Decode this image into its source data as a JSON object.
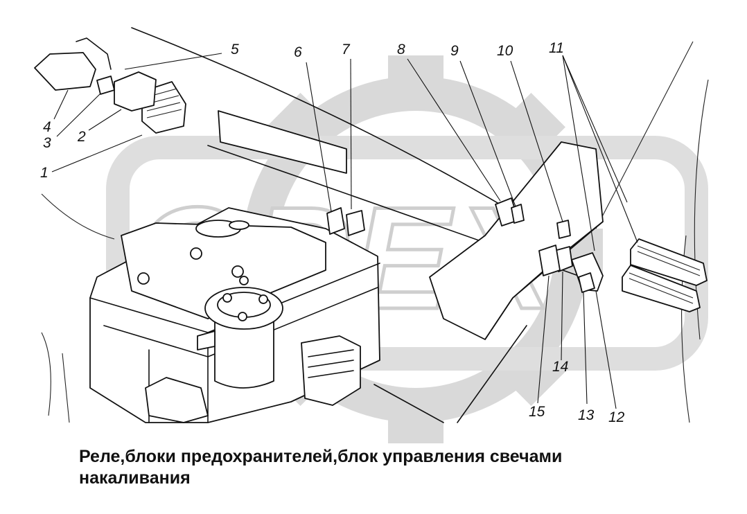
{
  "diagram": {
    "watermark_text": "OPEX",
    "callouts": [
      "1",
      "2",
      "3",
      "4",
      "5",
      "6",
      "7",
      "8",
      "9",
      "10",
      "11",
      "12",
      "13",
      "14",
      "15"
    ]
  },
  "caption": {
    "line1": "Реле,блоки предохранителей,блок управления свечами",
    "line2": "накаливания"
  }
}
